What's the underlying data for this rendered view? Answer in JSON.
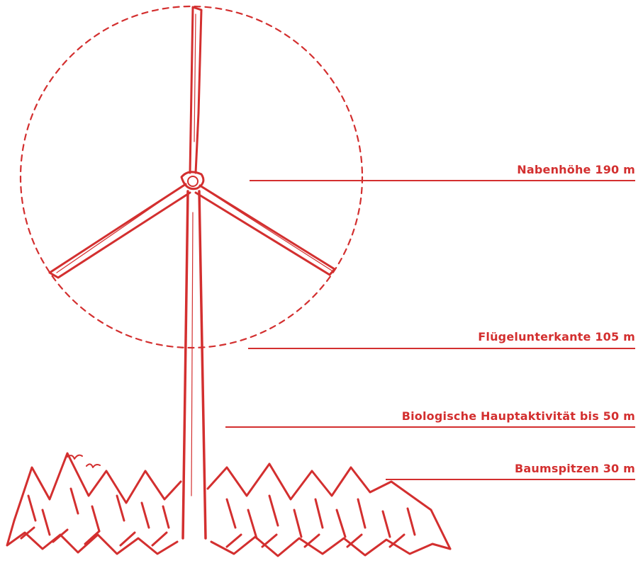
{
  "accent_color": "#d32f2f",
  "labels": {
    "hub_height": "Nabenhöhe 190 m",
    "blade_lower_edge": "Flügelunterkante 105 m",
    "biological_activity": "Biologische Hauptaktivität bis 50 m",
    "tree_tops": "Baumspitzen 30 m"
  },
  "heights_m": {
    "hub_height": 190,
    "blade_lower_edge": 105,
    "biological_activity": 50,
    "tree_tops": 30
  },
  "icons": [
    "wind-turbine-icon",
    "rotor-circle",
    "forest-icon",
    "birds-icon"
  ]
}
